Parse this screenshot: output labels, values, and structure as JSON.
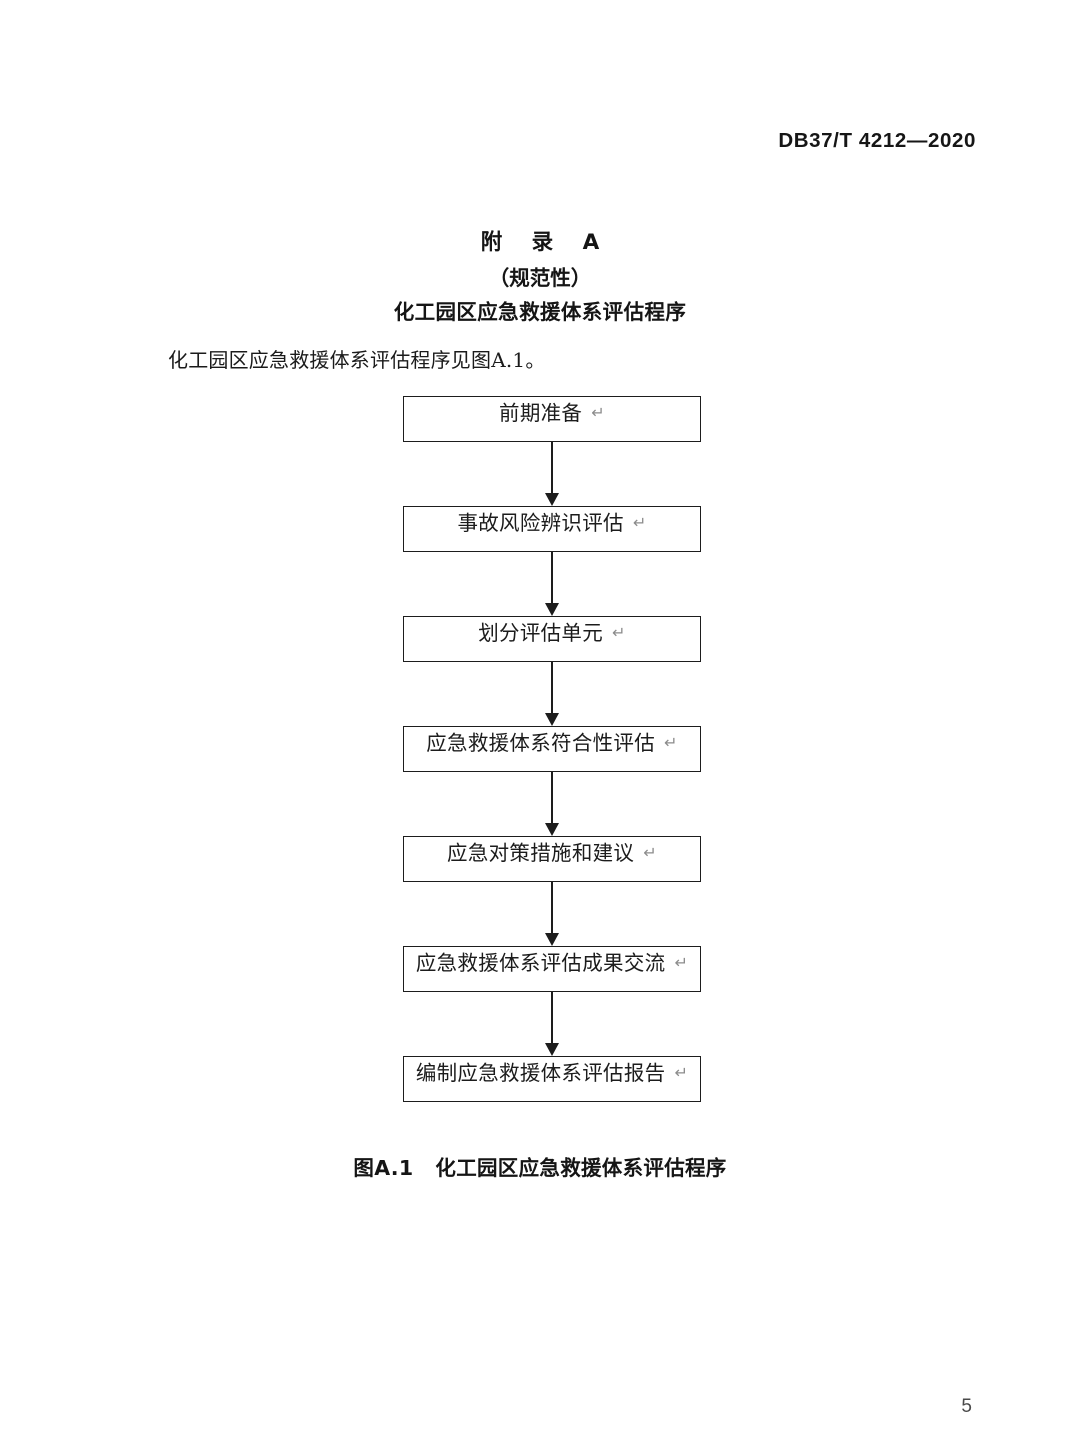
{
  "header": {
    "standard_code": "DB37/T 4212—2020"
  },
  "title_block": {
    "annex_label": "附 录 A",
    "annex_kind": "（规范性）",
    "annex_name": "化工园区应急救援体系评估程序"
  },
  "intro": {
    "paragraph": "化工园区应急救援体系评估程序见图A.1。"
  },
  "flowchart": {
    "cr_glyph": "↵",
    "nodes": [
      {
        "label": "前期准备"
      },
      {
        "label": "事故风险辨识评估"
      },
      {
        "label": "划分评估单元"
      },
      {
        "label": "应急救援体系符合性评估"
      },
      {
        "label": "应急对策措施和建议"
      },
      {
        "label": "应急救援体系评估成果交流"
      },
      {
        "label": "编制应急救援体系评估报告"
      }
    ]
  },
  "figure": {
    "number": "图A.1",
    "title": "化工园区应急救援体系评估程序"
  },
  "footer": {
    "page_number": "5"
  },
  "colors": {
    "text": "#1a1a1a",
    "node_border": "#1d1d1d",
    "cr_mark": "#8c8c8c",
    "page_background": "#ffffff"
  }
}
